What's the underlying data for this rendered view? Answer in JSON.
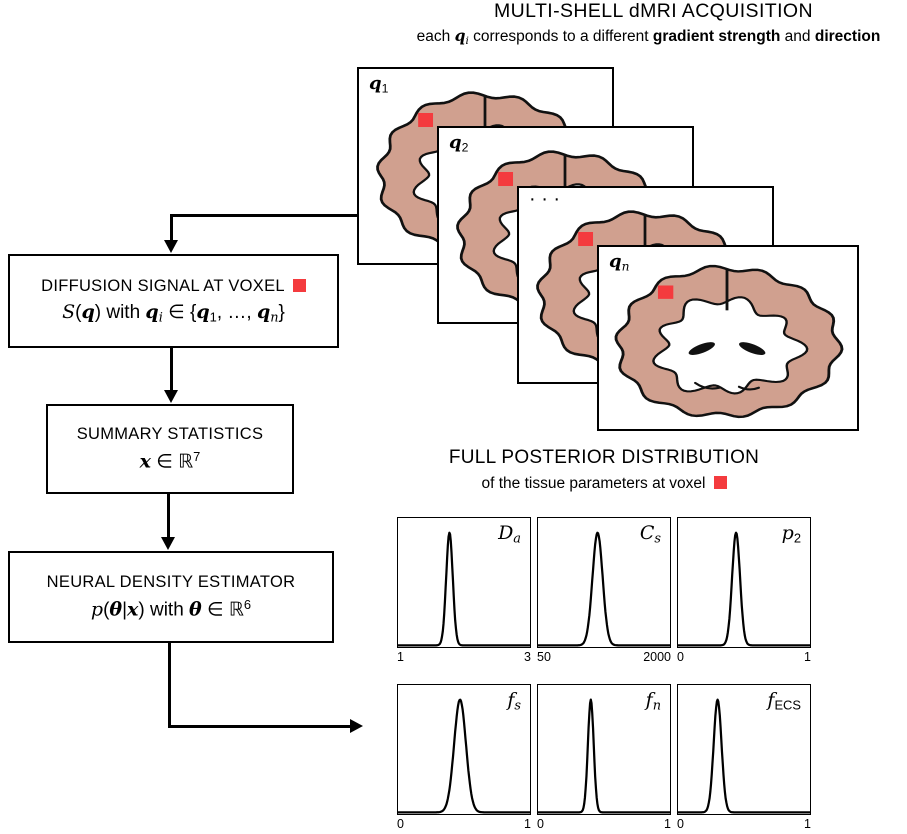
{
  "colors": {
    "accent_red": "#f43b3e",
    "brain_pink": "#d0a08f",
    "ink": "#000000"
  },
  "header": {
    "title": "MULTI-SHELL dMRI ACQUISITION",
    "subtitle_parts": [
      {
        "t": "each ",
        "c": "rm"
      },
      {
        "t": "q",
        "c": "bi"
      },
      {
        "t": "i",
        "c": "it sub"
      },
      {
        "t": " corresponds to a different ",
        "c": "rm"
      },
      {
        "t": "gradient strength",
        "c": "b"
      },
      {
        "t": " and ",
        "c": "rm"
      },
      {
        "t": "direction",
        "c": "b"
      }
    ]
  },
  "acquisition": {
    "panels": [
      {
        "label_parts": [
          {
            "t": "q",
            "c": "bi"
          },
          {
            "t": "1",
            "c": "sub"
          }
        ]
      },
      {
        "label_parts": [
          {
            "t": "q",
            "c": "bi"
          },
          {
            "t": "2",
            "c": "sub"
          }
        ]
      },
      {
        "label_parts": [
          {
            "t": "· · ·",
            "c": "rm"
          }
        ]
      },
      {
        "label_parts": [
          {
            "t": "q",
            "c": "bi"
          },
          {
            "t": "n",
            "c": "it sub"
          }
        ]
      }
    ]
  },
  "flow": {
    "box1": {
      "title": "DIFFUSION SIGNAL AT VOXEL",
      "formula_parts": [
        {
          "t": "S",
          "c": "it"
        },
        {
          "t": "(",
          "c": "rm"
        },
        {
          "t": "q",
          "c": "bi"
        },
        {
          "t": ")",
          "c": "rm"
        },
        {
          "t": " with ",
          "c": "rm"
        },
        {
          "t": "q",
          "c": "bi"
        },
        {
          "t": "i",
          "c": "it sub"
        },
        {
          "t": " ∈ {",
          "c": "rm"
        },
        {
          "t": "q",
          "c": "bi"
        },
        {
          "t": "1",
          "c": "sub"
        },
        {
          "t": ", …, ",
          "c": "rm"
        },
        {
          "t": "q",
          "c": "bi"
        },
        {
          "t": "n",
          "c": "it sub"
        },
        {
          "t": "}",
          "c": "rm"
        }
      ]
    },
    "box2": {
      "title": "SUMMARY STATISTICS",
      "formula_parts": [
        {
          "t": "x",
          "c": "bi"
        },
        {
          "t": " ∈ ℝ",
          "c": "rm"
        },
        {
          "t": "7",
          "c": "sup"
        }
      ]
    },
    "box3": {
      "title": "NEURAL DENSITY ESTIMATOR",
      "formula_parts": [
        {
          "t": "p",
          "c": "it"
        },
        {
          "t": "(",
          "c": "rm"
        },
        {
          "t": "θ",
          "c": "bi"
        },
        {
          "t": "|",
          "c": "rm"
        },
        {
          "t": "x",
          "c": "bi"
        },
        {
          "t": ")",
          "c": "rm"
        },
        {
          "t": " with ",
          "c": "rm"
        },
        {
          "t": "θ",
          "c": "bi"
        },
        {
          "t": " ∈ ℝ",
          "c": "rm"
        },
        {
          "t": "6",
          "c": "sup"
        }
      ]
    }
  },
  "posterior": {
    "title": "FULL POSTERIOR DISTRIBUTION",
    "subtitle": "of the tissue parameters at voxel"
  },
  "chart_data": [
    {
      "type": "line",
      "name": "D_a",
      "label_parts": [
        {
          "t": "D",
          "c": "it"
        },
        {
          "t": "a",
          "c": "it sub"
        }
      ],
      "xlim": [
        1,
        3
      ],
      "xticks": [
        "1",
        "3"
      ],
      "peak_x": 1.78,
      "sigma_x": 0.05
    },
    {
      "type": "line",
      "name": "C_s",
      "label_parts": [
        {
          "t": "C",
          "c": "it"
        },
        {
          "t": "s",
          "c": "it sub"
        }
      ],
      "xlim": [
        50,
        2000
      ],
      "xticks": [
        "50",
        "2000"
      ],
      "peak_x": 930,
      "sigma_x": 75
    },
    {
      "type": "line",
      "name": "p_2",
      "label_parts": [
        {
          "t": "p",
          "c": "it"
        },
        {
          "t": "2",
          "c": "sub"
        }
      ],
      "xlim": [
        0,
        1
      ],
      "xticks": [
        "0",
        "1"
      ],
      "peak_x": 0.44,
      "sigma_x": 0.03
    },
    {
      "type": "line",
      "name": "f_s",
      "label_parts": [
        {
          "t": "f",
          "c": "it"
        },
        {
          "t": "s",
          "c": "it sub"
        }
      ],
      "xlim": [
        0,
        1
      ],
      "xticks": [
        "0",
        "1"
      ],
      "peak_x": 0.47,
      "sigma_x": 0.045
    },
    {
      "type": "line",
      "name": "f_n",
      "label_parts": [
        {
          "t": "f",
          "c": "it"
        },
        {
          "t": "n",
          "c": "it sub"
        }
      ],
      "xlim": [
        0,
        1
      ],
      "xticks": [
        "0",
        "1"
      ],
      "peak_x": 0.4,
      "sigma_x": 0.022
    },
    {
      "type": "line",
      "name": "f_ECS",
      "label_parts": [
        {
          "t": "f",
          "c": "it"
        },
        {
          "t": "ECS",
          "c": "sub"
        }
      ],
      "xlim": [
        0,
        1
      ],
      "xticks": [
        "0",
        "1"
      ],
      "peak_x": 0.3,
      "sigma_x": 0.03
    }
  ]
}
